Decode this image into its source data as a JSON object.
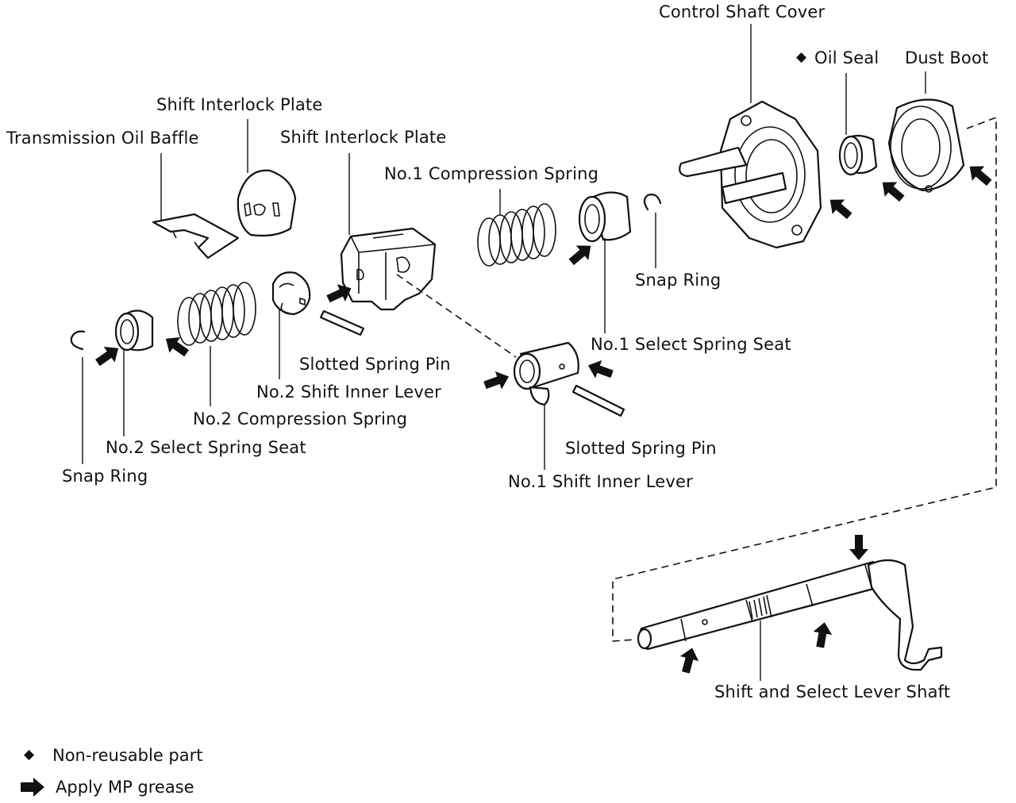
{
  "labels": {
    "control_shaft_cover": "Control Shaft Cover",
    "oil_seal_marker": "◆",
    "oil_seal": "Oil Seal",
    "dust_boot": "Dust Boot",
    "shift_interlock_plate_top": "Shift Interlock Plate",
    "transmission_oil_baffle": "Transmission Oil Baffle",
    "shift_interlock_plate": "Shift Interlock Plate",
    "no1_compression_spring": "No.1 Compression Spring",
    "snap_ring_right": "Snap Ring",
    "no1_select_spring_seat": "No.1 Select Spring Seat",
    "slotted_spring_pin_left": "Slotted Spring Pin",
    "no2_shift_inner_lever": "No.2 Shift Inner Lever",
    "no2_compression_spring": "No.2 Compression Spring",
    "no2_select_spring_seat": "No.2 Select Spring Seat",
    "snap_ring_left": "Snap Ring",
    "slotted_spring_pin_right": "Slotted Spring Pin",
    "no1_shift_inner_lever": "No.1 Shift Inner Lever",
    "shift_and_select_lever_shaft": "Shift and Select Lever Shaft"
  },
  "legend": {
    "non_reusable_symbol": "◆",
    "non_reusable": "Non-reusable part",
    "apply_grease": "Apply MP grease"
  },
  "icons": {
    "non_reusable": "diamond-icon",
    "grease": "bold-arrow-icon"
  }
}
